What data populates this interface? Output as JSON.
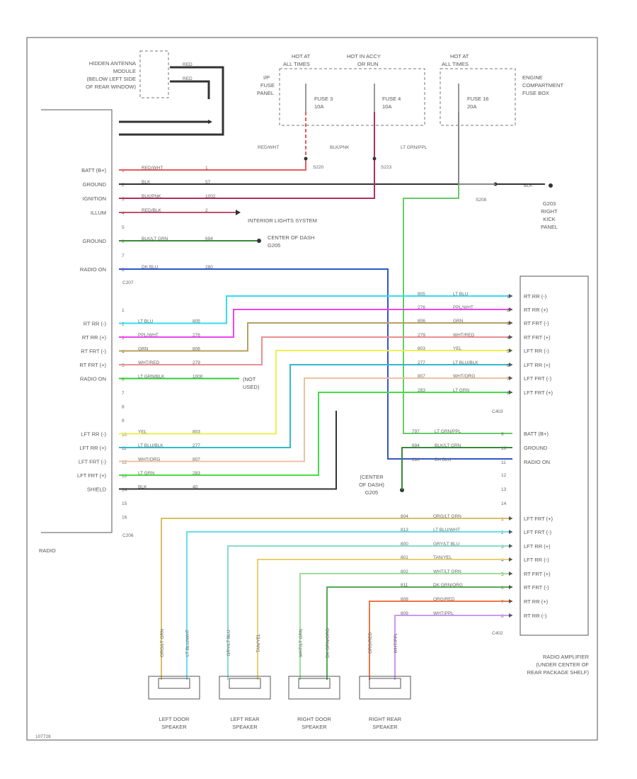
{
  "code": "107728",
  "radio": {
    "label": "RADIO",
    "connector_top": "C207",
    "connector_bottom": "C206",
    "pins_top": [
      {
        "pin": "1",
        "name": "BATT (B+)",
        "color": "RED/WHT",
        "circuit": "1",
        "hex": "#e85a5a"
      },
      {
        "pin": "2",
        "name": "GROUND",
        "color": "BLK",
        "circuit": "57",
        "hex": "#333333"
      },
      {
        "pin": "3",
        "name": "IGNITION",
        "color": "BLK/PNK",
        "circuit": "1002",
        "hex": "#b0305a"
      },
      {
        "pin": "4",
        "name": "ILLUM",
        "color": "RED/BLK",
        "circuit": "2",
        "hex": "#c0506a"
      },
      {
        "pin": "5",
        "name": "",
        "color": "",
        "circuit": "",
        "hex": ""
      },
      {
        "pin": "6",
        "name": "GROUND",
        "color": "BLK/LT GRN",
        "circuit": "694",
        "hex": "#3a8a3a"
      },
      {
        "pin": "7",
        "name": "",
        "color": "",
        "circuit": "",
        "hex": ""
      },
      {
        "pin": "8",
        "name": "RADIO ON",
        "color": "DK BLU",
        "circuit": "280",
        "hex": "#3355cc"
      }
    ],
    "pins_mid": [
      {
        "pin": "1",
        "name": "",
        "color": "",
        "circuit": "",
        "hex": ""
      },
      {
        "pin": "2",
        "name": "RT RR (-)",
        "color": "LT BLU",
        "circuit": "805",
        "hex": "#33ddee"
      },
      {
        "pin": "3",
        "name": "RT RR (+)",
        "color": "PPL/WHT",
        "circuit": "276",
        "hex": "#ee44ee"
      },
      {
        "pin": "4",
        "name": "RT FRT (-)",
        "color": "GRN",
        "circuit": "806",
        "hex": "#b8a060"
      },
      {
        "pin": "5",
        "name": "RT FRT (+)",
        "color": "WHT/RED",
        "circuit": "279",
        "hex": "#e89090"
      },
      {
        "pin": "6",
        "name": "RADIO ON",
        "color": "LT GRN/BLK",
        "circuit": "1000",
        "hex": "#33cc33"
      },
      {
        "pin": "7",
        "name": "",
        "color": "",
        "circuit": "",
        "hex": ""
      },
      {
        "pin": "8",
        "name": "",
        "color": "",
        "circuit": "",
        "hex": ""
      },
      {
        "pin": "9",
        "name": "",
        "color": "",
        "circuit": "",
        "hex": ""
      },
      {
        "pin": "10",
        "name": "LFT RR (-)",
        "color": "YEL",
        "circuit": "803",
        "hex": "#eeee55"
      },
      {
        "pin": "11",
        "name": "LFT RR (+)",
        "color": "LT BLU/BLK",
        "circuit": "277",
        "hex": "#33b8cc"
      },
      {
        "pin": "12",
        "name": "LFT FRT (-)",
        "color": "WHT/ORG",
        "circuit": "807",
        "hex": "#f0c0a0"
      },
      {
        "pin": "13",
        "name": "LFT FRT (+)",
        "color": "LT GRN",
        "circuit": "283",
        "hex": "#44dd44"
      },
      {
        "pin": "14",
        "name": "SHIELD",
        "color": "BLK",
        "circuit": "40",
        "hex": "#333333"
      },
      {
        "pin": "15",
        "name": "",
        "color": "",
        "circuit": "",
        "hex": ""
      },
      {
        "pin": "16",
        "name": "",
        "color": "",
        "circuit": "",
        "hex": ""
      }
    ]
  },
  "antenna": {
    "label_lines": [
      "HIDDEN ANTENNA",
      "MODULE",
      "(BELOW LEFT SIDE",
      "OF REAR WINDOW)"
    ],
    "wire1": "RED",
    "wire2": "RED"
  },
  "fuse_panel": {
    "label_lines": [
      "I/P",
      "FUSE",
      "PANEL"
    ],
    "hot_at_1": [
      "HOT AT",
      "ALL TIMES"
    ],
    "hot_at_2": [
      "HOT IN ACCY",
      "OR RUN"
    ],
    "fuse_a": [
      "FUSE 3",
      "10A"
    ],
    "fuse_b": [
      "FUSE 4",
      "10A"
    ]
  },
  "engine_fuse_box": {
    "label_lines": [
      "ENGINE",
      "COMPARTMENT",
      "FUSE BOX"
    ],
    "hot_at": [
      "HOT AT",
      "ALL TIMES"
    ],
    "fuse": [
      "FUSE 16",
      "20A"
    ]
  },
  "splices": {
    "s1": {
      "wire": "RED/WHT",
      "id": "S220"
    },
    "s2": {
      "wire": "BLK/PNK",
      "id": "S223"
    },
    "s3": {
      "wire": "LT GRN/PPL",
      "id": ""
    },
    "s4": {
      "id": "S208"
    }
  },
  "ground_right": {
    "wire": "BLK",
    "lines": [
      "G203",
      "RIGHT",
      "KICK",
      "PANEL"
    ]
  },
  "interior_lights": "INTERIOR LIGHTS SYSTEM",
  "center_of_dash": [
    "CENTER OF DASH",
    "G205"
  ],
  "center_of_dash_2": [
    "(CENTER",
    "OF DASH)",
    "G205"
  ],
  "not_used": [
    "(NOT",
    "USED)"
  ],
  "amplifier": {
    "label_lines": [
      "RADIO AMPLIFIER",
      "(UNDER CENTER OF",
      "REAR PACKAGE SHELF)"
    ],
    "connector_top": "C403",
    "connector_bottom": "C402",
    "pins_top": [
      {
        "pin": "1",
        "name": "RT RR (-)",
        "color": "LT BLU",
        "circuit": "805"
      },
      {
        "pin": "2",
        "name": "RT RR (+)",
        "color": "PPL/WHT",
        "circuit": "276"
      },
      {
        "pin": "3",
        "name": "RT FRT (-)",
        "color": "GRN",
        "circuit": "806"
      },
      {
        "pin": "4",
        "name": "RT FRT (+)",
        "color": "WHT/RED",
        "circuit": "279"
      },
      {
        "pin": "5",
        "name": "LFT RR (-)",
        "color": "YEL",
        "circuit": "803"
      },
      {
        "pin": "6",
        "name": "LFT RR (+)",
        "color": "LT BLU/BLK",
        "circuit": "277"
      },
      {
        "pin": "7",
        "name": "LFT FRT (-)",
        "color": "WHT/ORG",
        "circuit": "807"
      },
      {
        "pin": "8",
        "name": "LFT FRT (+)",
        "color": "LT GRN",
        "circuit": "283"
      }
    ],
    "pins_power": [
      {
        "pin": "9",
        "name": "BATT (B+)",
        "color": "LT GRN/PPL",
        "circuit": "797"
      },
      {
        "pin": "10",
        "name": "GROUND",
        "color": "BLK/LT GRN",
        "circuit": "694"
      },
      {
        "pin": "11",
        "name": "RADIO ON",
        "color": "DK BLU",
        "circuit": "280"
      },
      {
        "pin": "12",
        "name": ""
      },
      {
        "pin": "13",
        "name": ""
      },
      {
        "pin": "14",
        "name": ""
      }
    ],
    "pins_bottom": [
      {
        "pin": "1",
        "name": "LFT FRT (+)",
        "color": "ORG/LT GRN",
        "circuit": "804",
        "hex": "#d8c060"
      },
      {
        "pin": "2",
        "name": "LFT FRT (-)",
        "color": "LT BLU/WHT",
        "circuit": "813",
        "hex": "#66ddee"
      },
      {
        "pin": "3",
        "name": "LFT RR (+)",
        "color": "GRY/LT BLU",
        "circuit": "800",
        "hex": "#88ddcc"
      },
      {
        "pin": "4",
        "name": "LFT RR (-)",
        "color": "TAN/YEL",
        "circuit": "801",
        "hex": "#e8d070"
      },
      {
        "pin": "5",
        "name": "RT FRT (+)",
        "color": "WHT/LT GRN",
        "circuit": "802",
        "hex": "#99e099"
      },
      {
        "pin": "6",
        "name": "RT FRT (-)",
        "color": "DK GRN/ORG",
        "circuit": "811",
        "hex": "#55aa55"
      },
      {
        "pin": "7",
        "name": "RT RR (+)",
        "color": "ORG/RED",
        "circuit": "808",
        "hex": "#ee7744"
      },
      {
        "pin": "8",
        "name": "RT RR (-)",
        "color": "WHT/PPL",
        "circuit": "809",
        "hex": "#cc99ee"
      }
    ]
  },
  "speakers": [
    {
      "label": [
        "LEFT DOOR",
        "SPEAKER"
      ],
      "wires": [
        "ORG/LT GRN",
        "LT BLU/WHT"
      ]
    },
    {
      "label": [
        "LEFT REAR",
        "SPEAKER"
      ],
      "wires": [
        "GRY/LT BLU",
        "TAN/YEL"
      ]
    },
    {
      "label": [
        "RIGHT DOOR",
        "SPEAKER"
      ],
      "wires": [
        "WHT/LT GRN",
        "DK GRN/ORG"
      ]
    },
    {
      "label": [
        "RIGHT REAR",
        "SPEAKER"
      ],
      "wires": [
        "ORG/RED",
        "WHT/PPL"
      ]
    }
  ]
}
